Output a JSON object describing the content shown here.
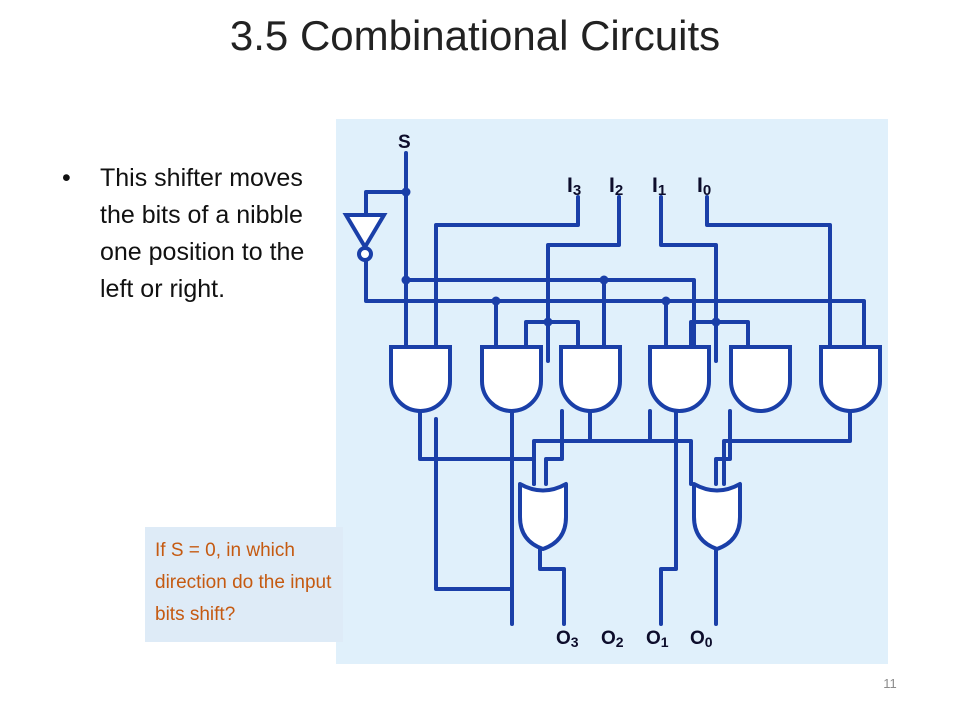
{
  "slide": {
    "title": "3.5 Combinational Circuits",
    "bullets": [
      "This shifter moves the bits of a nibble one position to the left or right."
    ],
    "callout": "If S = 0, in which direction do the input bits shift?",
    "slide_number": "11"
  },
  "diagram": {
    "select_label": "S",
    "inputs": [
      {
        "letter": "I",
        "sub": "3"
      },
      {
        "letter": "I",
        "sub": "2"
      },
      {
        "letter": "I",
        "sub": "1"
      },
      {
        "letter": "I",
        "sub": "0"
      }
    ],
    "outputs": [
      {
        "letter": "O",
        "sub": "3"
      },
      {
        "letter": "O",
        "sub": "2"
      },
      {
        "letter": "O",
        "sub": "1"
      },
      {
        "letter": "O",
        "sub": "0"
      }
    ],
    "colors": {
      "background": "#e0f0fb",
      "wire": "#1a3fa8",
      "gate_stroke": "#1a3fa8",
      "gate_fill": "#ffffff",
      "callout_text": "#c55a11",
      "callout_background": "#deebf7"
    }
  }
}
